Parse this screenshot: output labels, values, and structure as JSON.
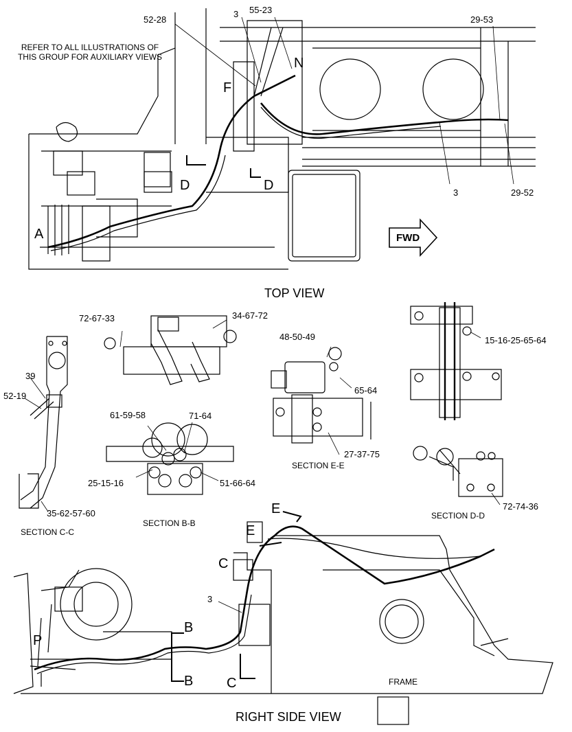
{
  "note": {
    "line1": "REFER TO ALL ILLUSTRATIONS OF",
    "line2": "THIS GROUP FOR AUXILIARY VIEWS"
  },
  "views": {
    "top": "TOP VIEW",
    "right_side": "RIGHT SIDE VIEW"
  },
  "sections": {
    "cc": "SECTION C-C",
    "bb": "SECTION B-B",
    "ee": "SECTION E-E",
    "dd": "SECTION D-D"
  },
  "direction": "FWD",
  "frame_label": "FRAME",
  "view_letters": {
    "a": "A",
    "f": "F",
    "n": "N",
    "d1": "D",
    "d2": "D",
    "p": "P",
    "b1": "B",
    "b2": "B",
    "c1": "C",
    "c2": "C",
    "e1": "E",
    "e2": "E"
  },
  "callouts": {
    "c5228": "52-28",
    "c3_top": "3",
    "c5523": "55-23",
    "c2953": "29-53",
    "c3_mid": "3",
    "c2952": "29-52",
    "c726733": "72-67-33",
    "c346772": "34-67-72",
    "c485049": "48-50-49",
    "c1516": "15-16-25-65-64",
    "c39": "39",
    "c5219": "52-19",
    "c6564": "65-64",
    "c615958": "61-59-58",
    "c7164": "71-64",
    "c251516": "25-15-16",
    "c516664": "51-66-64",
    "c273775": "27-37-75",
    "c35": "35-62-57-60",
    "c727436": "72-74-36",
    "c3_side": "3"
  }
}
